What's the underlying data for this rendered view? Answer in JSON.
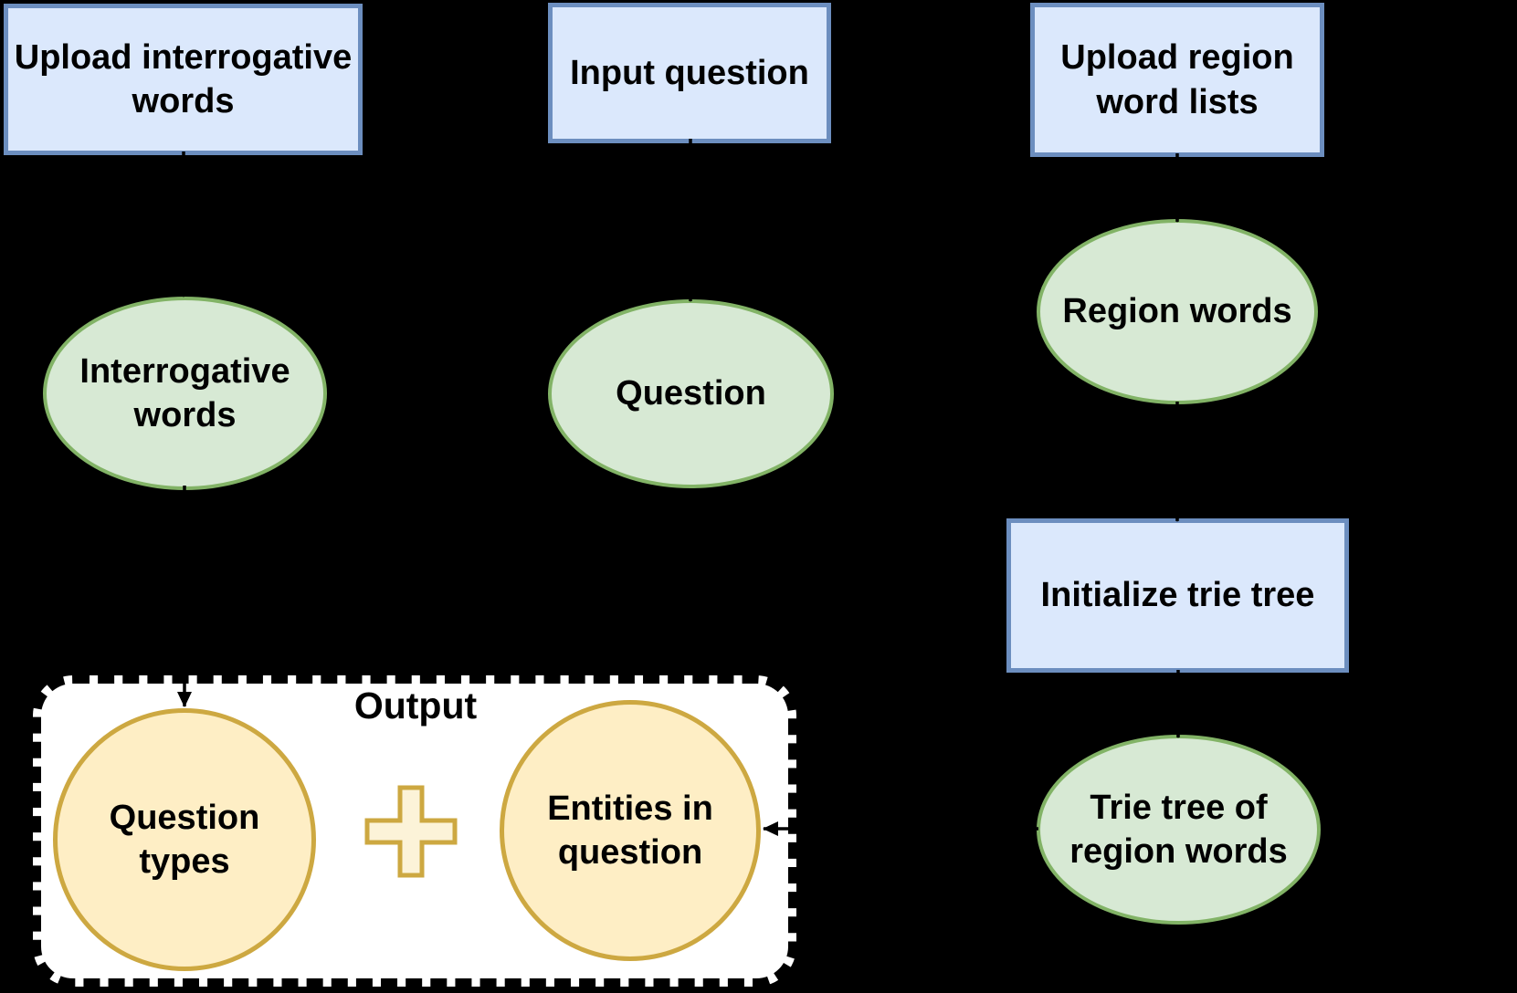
{
  "nodes": {
    "upload_interrogative": {
      "label": "Upload interrogative words",
      "type": "process"
    },
    "input_question": {
      "label": "Input question",
      "type": "process"
    },
    "upload_region": {
      "label": "Upload region word lists",
      "type": "process"
    },
    "initialize_trie": {
      "label": "Initialize trie tree",
      "type": "process"
    },
    "interrogative_words": {
      "label": "Interrogative words",
      "type": "data"
    },
    "question": {
      "label": "Question",
      "type": "data"
    },
    "region_words": {
      "label": "Region words",
      "type": "data"
    },
    "trie_tree": {
      "label": "Trie tree of region words",
      "type": "data"
    }
  },
  "output_group": {
    "title": "Output",
    "question_types": {
      "label": "Question types"
    },
    "entities_in_question": {
      "label": "Entities in question"
    },
    "operator_icon": "plus-icon"
  },
  "edges": [
    {
      "from": "upload_interrogative",
      "to": "interrogative_words"
    },
    {
      "from": "interrogative_words",
      "to": "question_types"
    },
    {
      "from": "input_question",
      "to": "question"
    },
    {
      "from": "upload_region",
      "to": "region_words"
    },
    {
      "from": "region_words",
      "to": "initialize_trie"
    },
    {
      "from": "initialize_trie",
      "to": "trie_tree"
    },
    {
      "from": "trie_tree",
      "to": "entities_in_question"
    }
  ],
  "colors": {
    "background": "#000000",
    "process_fill": "#dbe8fc",
    "process_border": "#6c8ebf",
    "data_fill": "#d7e9d4",
    "data_border": "#82b366",
    "result_fill": "#feeec5",
    "result_border": "#cda841",
    "output_box_fill": "#ffffff",
    "output_box_border": "#000000",
    "arrow_color": "#000000"
  }
}
